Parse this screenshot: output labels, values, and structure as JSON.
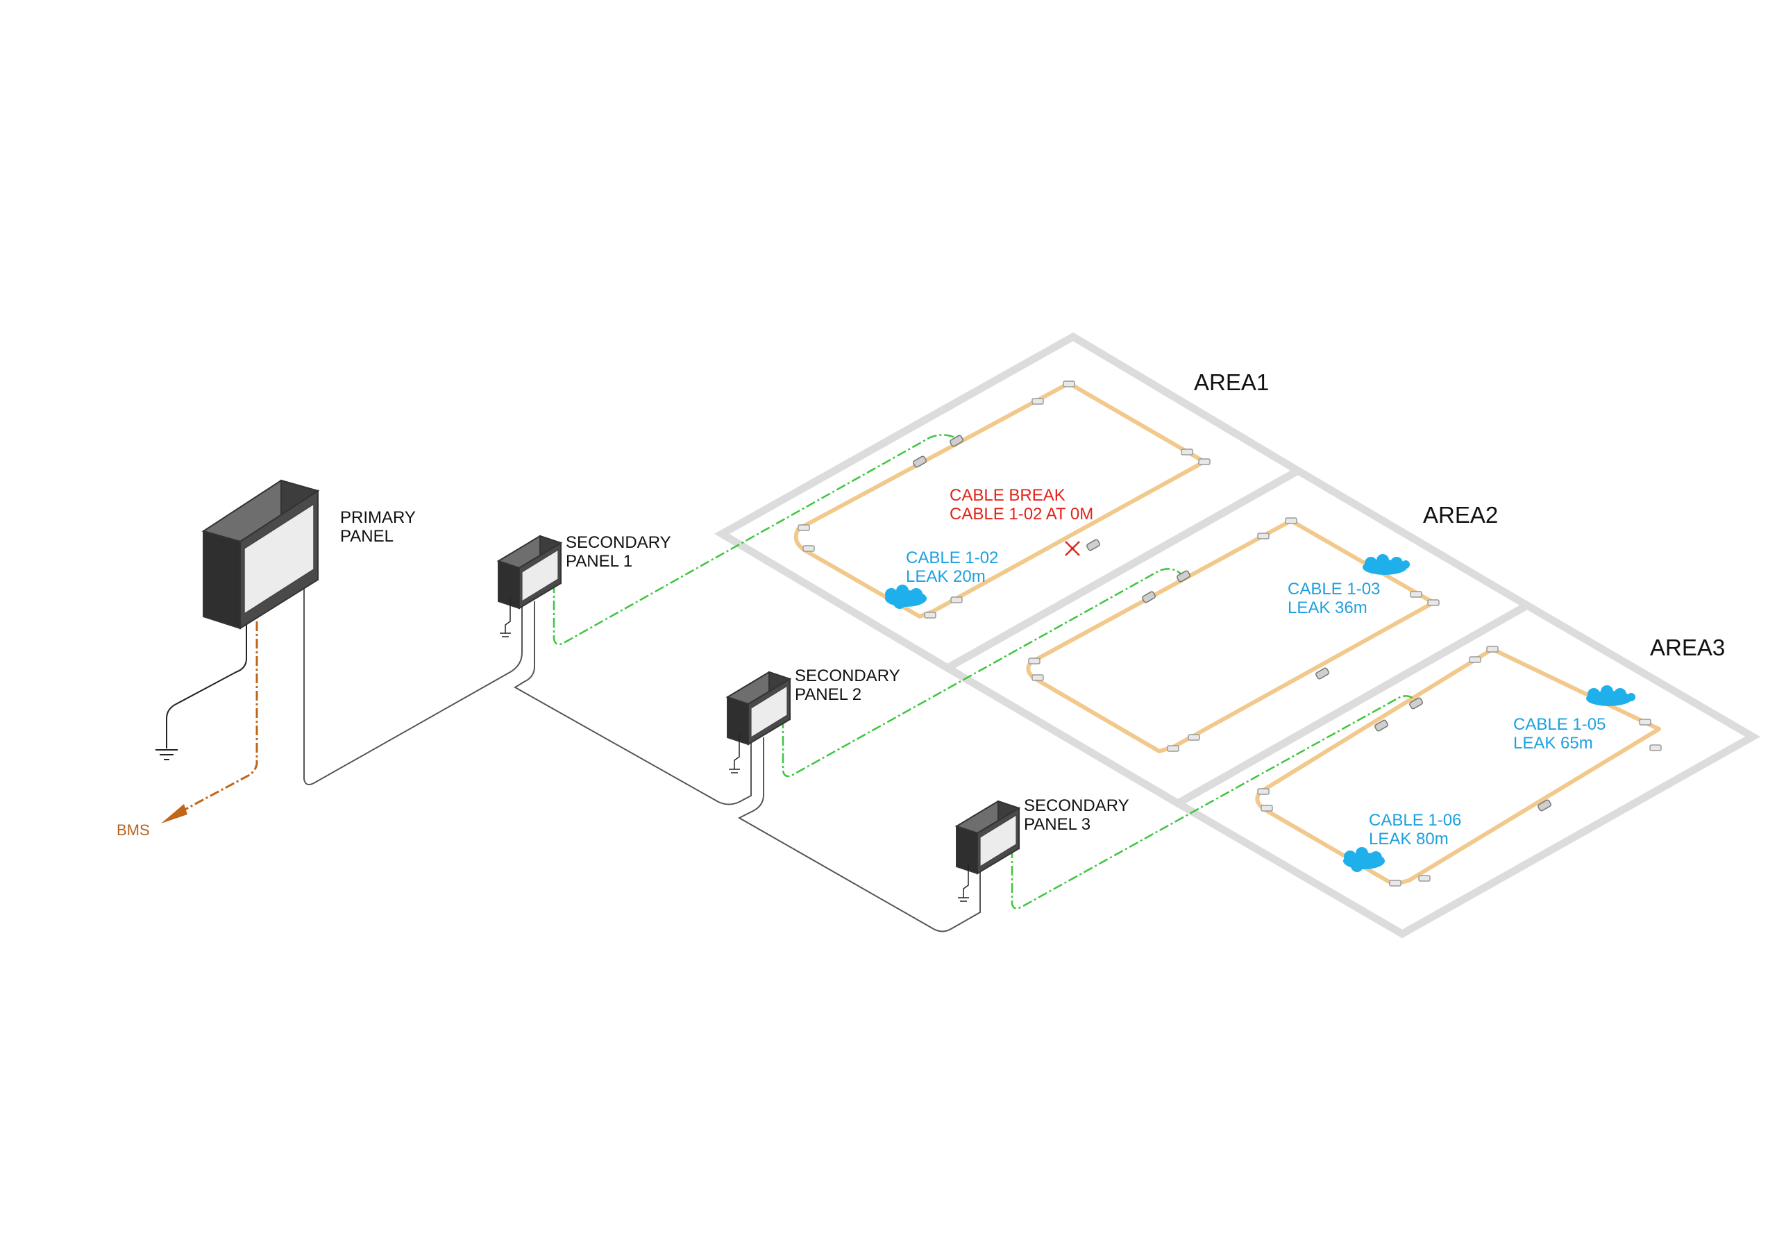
{
  "primary_panel": {
    "line1": "PRIMARY",
    "line2": "PANEL"
  },
  "secondary_panels": [
    {
      "line1": "SECONDARY",
      "line2": "PANEL 1"
    },
    {
      "line1": "SECONDARY",
      "line2": "PANEL 2"
    },
    {
      "line1": "SECONDARY",
      "line2": "PANEL 3"
    }
  ],
  "areas": [
    "AREA1",
    "AREA2",
    "AREA3"
  ],
  "bms": "BMS",
  "cable_break": {
    "line1": "CABLE BREAK",
    "line2": "CABLE 1-02 AT 0M"
  },
  "leaks": [
    {
      "cable": "CABLE 1-02",
      "leak": "LEAK 20m"
    },
    {
      "cable": "CABLE 1-03",
      "leak": "LEAK 36m"
    },
    {
      "cable": "CABLE 1-05",
      "leak": "LEAK 65m"
    },
    {
      "cable": "CABLE 1-06",
      "leak": "LEAK 80m"
    }
  ],
  "colors": {
    "area_outline": "#dcdcdc",
    "sense_cable": "#f2c98c",
    "leader_cable": "#3dc63d",
    "network_cable": "#555555",
    "bms_line": "#c0661a",
    "leak_text": "#1da0e0",
    "break_text": "#e2231a",
    "panel_body": "#4a4a4a",
    "panel_screen": "#ececec",
    "water": "#1fb0ec"
  },
  "icons": [
    "ground-icon",
    "water-puddle-icon",
    "break-x-icon",
    "arrow-icon",
    "connector-icon"
  ]
}
